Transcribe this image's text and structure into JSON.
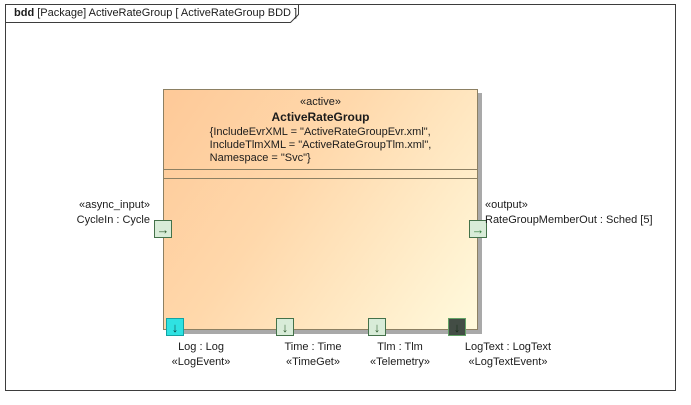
{
  "diagram": {
    "frame_kind": "bdd",
    "frame_title": "[Package] ActiveRateGroup [ ActiveRateGroup BDD ]"
  },
  "block": {
    "stereotype": "«active»",
    "name": "ActiveRateGroup",
    "constraints": [
      "{IncludeEvrXML = \"ActiveRateGroupEvr.xml\",",
      "IncludeTlmXML = \"ActiveRateGroupTlm.xml\",",
      "Namespace = \"Svc\"}"
    ]
  },
  "ports": {
    "cycle_in": {
      "stereotype": "«async_input»",
      "name": "CycleIn : Cycle"
    },
    "rate_group_member_out": {
      "stereotype": "«output»",
      "name": "RateGroupMemberOut : Sched [5]"
    },
    "log": {
      "name": "Log : Log",
      "stereotype": "«LogEvent»"
    },
    "time": {
      "name": "Time : Time",
      "stereotype": "«TimeGet»"
    },
    "tlm": {
      "name": "Tlm : Tlm",
      "stereotype": "«Telemetry»"
    },
    "log_text": {
      "name": "LogText : LogText",
      "stereotype": "«LogTextEvent»"
    }
  },
  "icons": {
    "right_arrow": "→",
    "down_arrow": "↓"
  },
  "colors": {
    "block_gradient_start": "#fec998",
    "block_gradient_end": "#fffadd",
    "block_border": "#8c8063",
    "frame_border": "#3d3d3d",
    "port_green_fill": "#d8ecd8",
    "port_green_border": "#44724a",
    "port_cyan_fill": "#2fe2e2",
    "port_cyan_border": "#13a3a3",
    "port_dark_fill": "#434d45",
    "port_dark_border": "#63a366",
    "shadow": "#a9a9a9"
  }
}
